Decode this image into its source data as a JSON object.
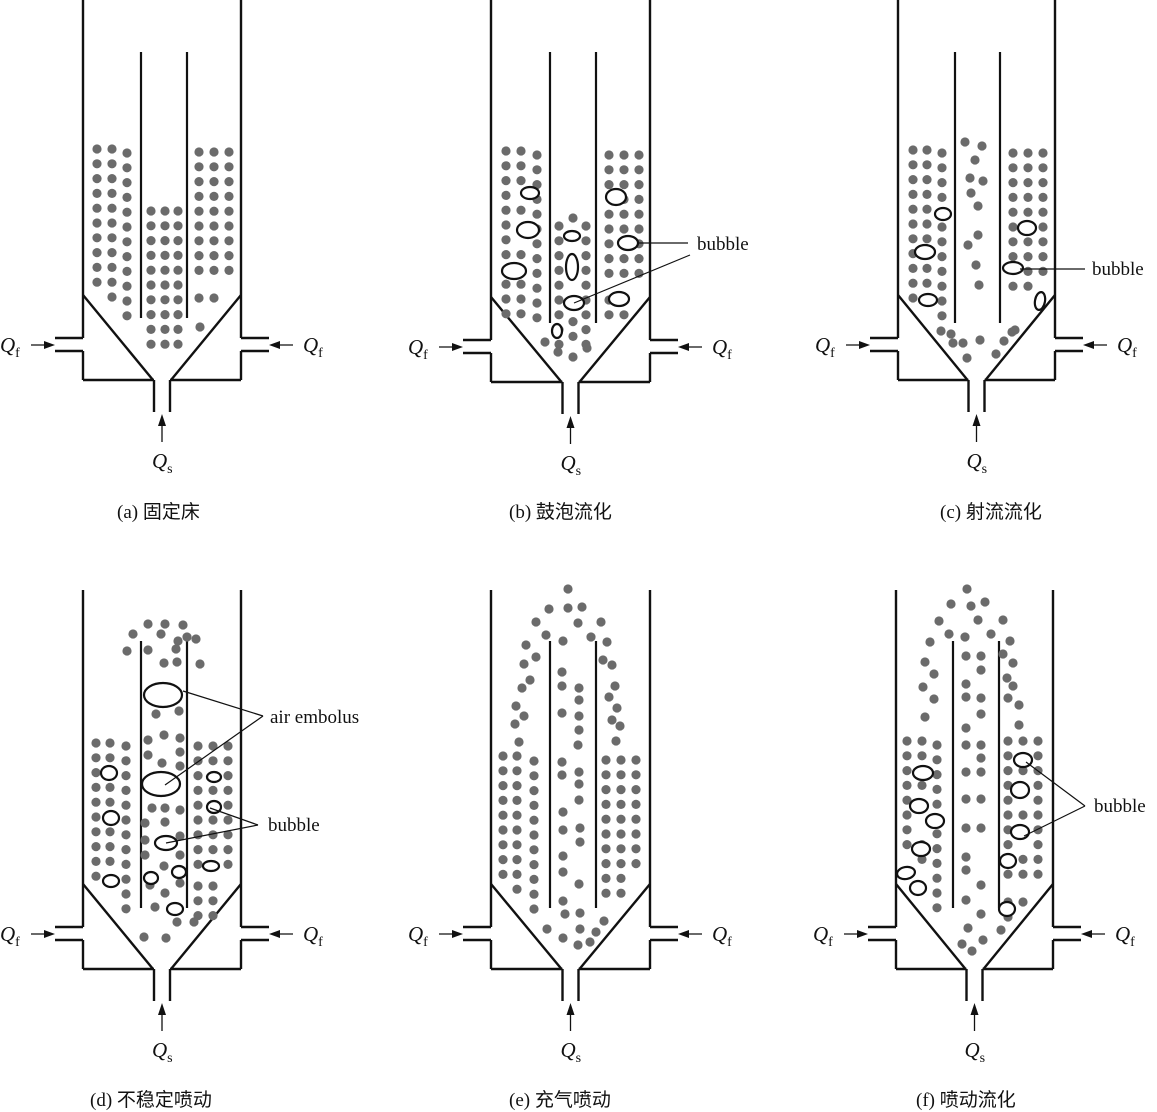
{
  "figure": {
    "flow_labels": {
      "fluid_main": "Q",
      "fluid_sub": "f",
      "spout_main": "Q",
      "spout_sub": "s"
    },
    "colors": {
      "line": "#111111",
      "particle": "#6b6b6b",
      "background": "#ffffff"
    },
    "panels": [
      {
        "id": "a",
        "caption": "(a) 固定床",
        "regime": "fixed-bed",
        "callouts": []
      },
      {
        "id": "b",
        "caption": "(b) 鼓泡流化",
        "regime": "bubbling-fluidization",
        "callouts": [
          {
            "text": "bubble"
          }
        ]
      },
      {
        "id": "c",
        "caption": "(c) 射流流化",
        "regime": "jet-fluidization",
        "callouts": [
          {
            "text": "bubble"
          }
        ]
      },
      {
        "id": "d",
        "caption": "(d) 不稳定喷动",
        "regime": "unstable-spouting",
        "callouts": [
          {
            "text": "air embolus"
          },
          {
            "text": "bubble"
          }
        ]
      },
      {
        "id": "e",
        "caption": "(e) 充气喷动",
        "regime": "aerated-spouting",
        "callouts": []
      },
      {
        "id": "f",
        "caption": "(f) 喷动流化",
        "regime": "spout-fluidization",
        "callouts": [
          {
            "text": "bubble"
          }
        ]
      }
    ]
  }
}
